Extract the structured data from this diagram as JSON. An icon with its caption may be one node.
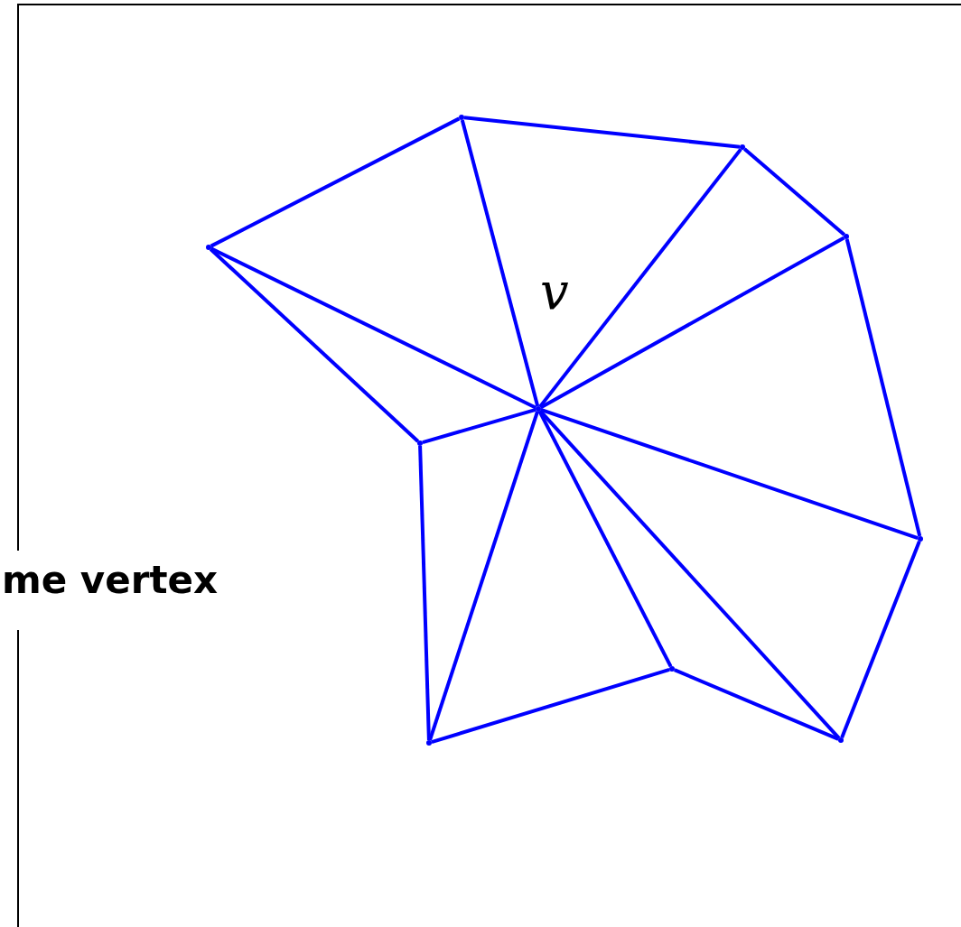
{
  "diagram": {
    "nodes": [
      {
        "text": [],
        "shape": "point",
        "beside": [
          "v"
        ]
      },
      {
        "text": [],
        "shape": "point"
      },
      {
        "text": [],
        "shape": "point"
      },
      {
        "text": [],
        "shape": "point"
      },
      {
        "text": [],
        "shape": "point"
      },
      {
        "text": [],
        "shape": "point"
      },
      {
        "text": [],
        "shape": "point"
      },
      {
        "text": [],
        "shape": "point"
      },
      {
        "text": [],
        "shape": "point"
      },
      {
        "text": [],
        "shape": "point"
      }
    ],
    "edges": [
      {
        "from": 1,
        "to": 2,
        "arrow": "none"
      },
      {
        "from": 2,
        "to": 3,
        "arrow": "none"
      },
      {
        "from": 3,
        "to": 4,
        "arrow": "none"
      },
      {
        "from": 4,
        "to": 5,
        "arrow": "none"
      },
      {
        "from": 5,
        "to": 6,
        "arrow": "none"
      },
      {
        "from": 6,
        "to": 7,
        "arrow": "none"
      },
      {
        "from": 7,
        "to": 8,
        "arrow": "none"
      },
      {
        "from": 8,
        "to": 9,
        "arrow": "none"
      },
      {
        "from": 9,
        "to": 1,
        "arrow": "none"
      },
      {
        "from": 0,
        "to": 1,
        "arrow": "none"
      },
      {
        "from": 0,
        "to": 2,
        "arrow": "none"
      },
      {
        "from": 0,
        "to": 3,
        "arrow": "none"
      },
      {
        "from": 0,
        "to": 4,
        "arrow": "none"
      },
      {
        "from": 0,
        "to": 5,
        "arrow": "none"
      },
      {
        "from": 0,
        "to": 6,
        "arrow": "none"
      },
      {
        "from": 0,
        "to": 7,
        "arrow": "none"
      },
      {
        "from": 0,
        "to": 8,
        "arrow": "none"
      },
      {
        "from": 0,
        "to": 9,
        "arrow": "none"
      }
    ],
    "labels": [
      "me vertex"
    ]
  }
}
